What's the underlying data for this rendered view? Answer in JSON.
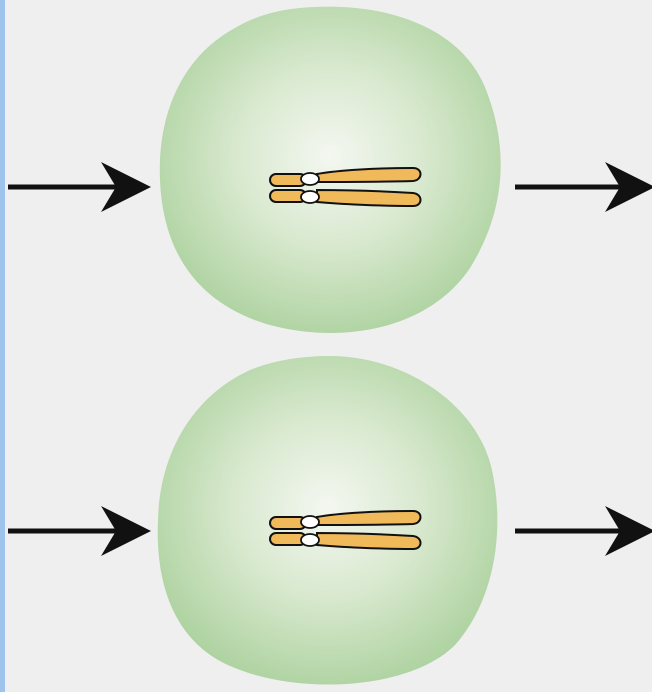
{
  "diagram": {
    "background_color": "#efefef",
    "accent_color": "#9ec3ec",
    "cell_gradient": {
      "center": "#f4f7f1",
      "mid": "#d6e7cc",
      "edge": "#a9d09b"
    },
    "chromatid_color": "#f0b95a",
    "outline_color": "#111111",
    "cells": [
      {
        "id": "top",
        "contents": "replicated-chromosome"
      },
      {
        "id": "bottom",
        "contents": "replicated-chromosome"
      }
    ],
    "arrows": [
      "incoming-arrow",
      "outgoing-arrow"
    ]
  }
}
